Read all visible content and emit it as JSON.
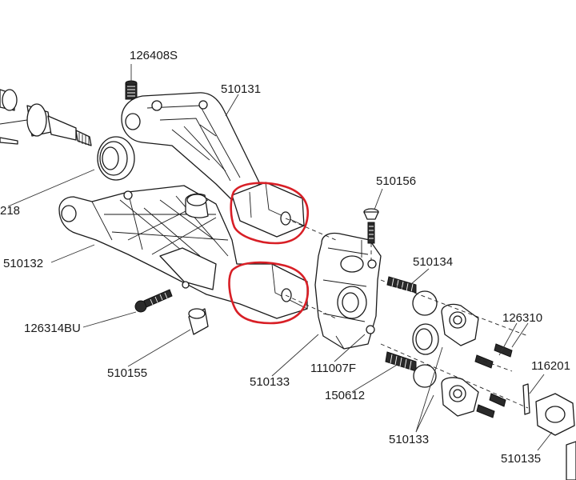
{
  "colors": {
    "highlight": "#d81f26",
    "ink": "#1a1a1a"
  },
  "labels": {
    "p126408S": "126408S",
    "p510131": "510131",
    "p218": "218",
    "p510156": "510156",
    "p510132": "510132",
    "p510134": "510134",
    "p126310": "126310",
    "p126314BU": "126314BU",
    "p510155": "510155",
    "p111007F": "111007F",
    "p116201": "116201",
    "p510133_a": "510133",
    "p150612": "150612",
    "p510133_b": "510133",
    "p510135": "510135"
  }
}
